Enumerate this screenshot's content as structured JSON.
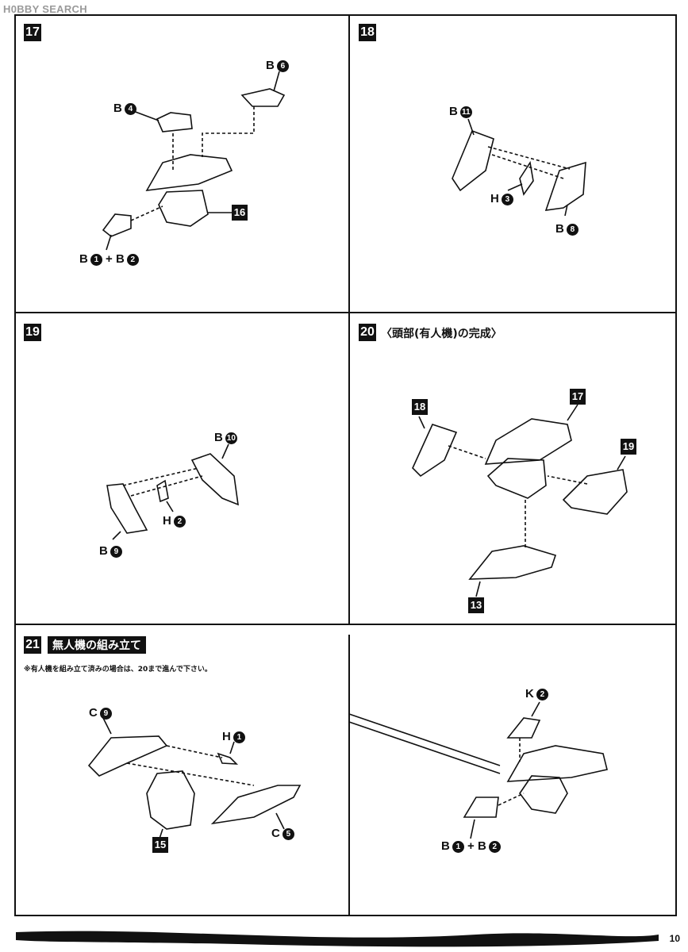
{
  "watermark": "H0BBY SEARCH",
  "page_number": "10",
  "steps": [
    {
      "num": "17",
      "labels": [
        {
          "text": "B",
          "circ": "4"
        },
        {
          "text": "B",
          "circ": "6"
        },
        {
          "text": "B",
          "circ": "1"
        },
        {
          "text": "+ B",
          "circ": "2"
        }
      ],
      "callout": "16"
    },
    {
      "num": "18",
      "labels": [
        {
          "text": "B",
          "circ": "11"
        },
        {
          "text": "H",
          "circ": "3"
        },
        {
          "text": "B",
          "circ": "8"
        }
      ]
    },
    {
      "num": "19",
      "labels": [
        {
          "text": "B",
          "circ": "10"
        },
        {
          "text": "H",
          "circ": "2"
        },
        {
          "text": "B",
          "circ": "9"
        }
      ]
    },
    {
      "num": "20",
      "title": "〈頭部(有人機)の完成〉",
      "callouts": [
        "18",
        "17",
        "19",
        "13"
      ]
    },
    {
      "num": "21",
      "title": "無人機の組み立て",
      "note": "※有人機を組み立て済みの場合は、20まで進んで下さい。",
      "labels": [
        {
          "text": "C",
          "circ": "9"
        },
        {
          "text": "H",
          "circ": "1"
        },
        {
          "text": "C",
          "circ": "5"
        }
      ],
      "callout": "15"
    },
    {
      "labels": [
        {
          "text": "K",
          "circ": "2"
        },
        {
          "text": "B",
          "circ": "1"
        },
        {
          "text": "+ B",
          "circ": "2"
        }
      ]
    }
  ]
}
